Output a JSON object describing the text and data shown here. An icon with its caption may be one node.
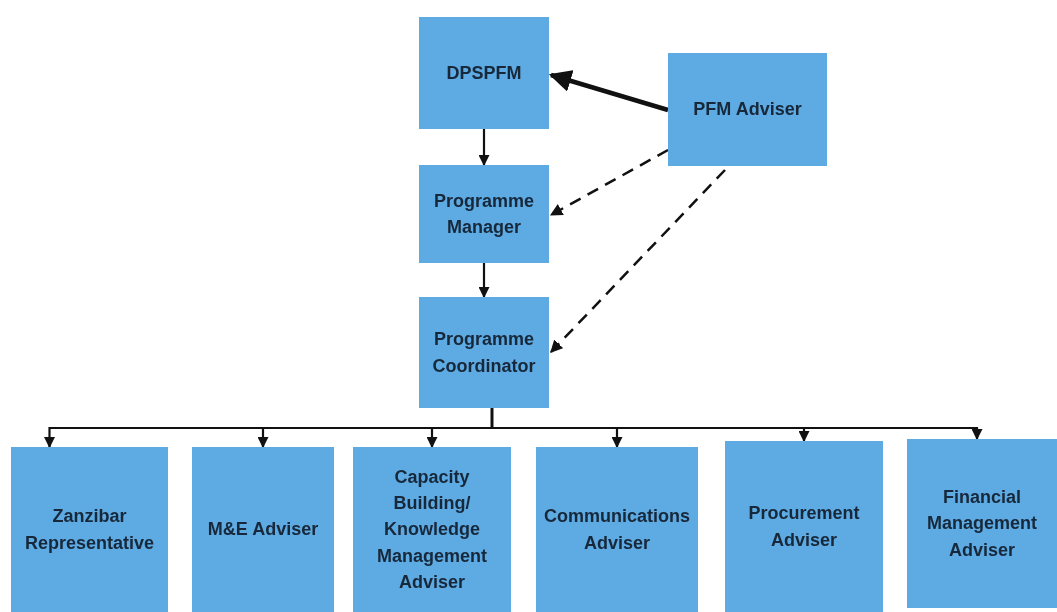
{
  "diagram": {
    "nodes": [
      {
        "text": [
          "DPSPFM"
        ]
      },
      {
        "text": [
          "PFM  Adviser"
        ]
      },
      {
        "text": [
          "Programme Manager"
        ]
      },
      {
        "text": [
          "Programme Coordinator"
        ]
      },
      {
        "text": [
          "Zanzibar Representative"
        ]
      },
      {
        "text": [
          "M&E Adviser"
        ]
      },
      {
        "text": [
          "Capacity Building/ Knowledge Management Adviser"
        ]
      },
      {
        "text": [
          "Communications Adviser"
        ]
      },
      {
        "text": [
          "Procurement Adviser"
        ]
      },
      {
        "text": [
          "Financial Management Adviser"
        ]
      }
    ],
    "edges": [
      {
        "from": 1,
        "to": 0,
        "arrow": "to",
        "style": "thick"
      },
      {
        "from": 0,
        "to": 2,
        "arrow": "to"
      },
      {
        "from": 2,
        "to": 3,
        "arrow": "to"
      },
      {
        "from": 1,
        "to": 2,
        "arrow": "to",
        "style": "dashed"
      },
      {
        "from": 1,
        "to": 3,
        "arrow": "to",
        "style": "dashed"
      },
      {
        "from": 3,
        "to": 4,
        "arrow": "to"
      },
      {
        "from": 3,
        "to": 5,
        "arrow": "to"
      },
      {
        "from": 3,
        "to": 6,
        "arrow": "to"
      },
      {
        "from": 3,
        "to": 7,
        "arrow": "to"
      },
      {
        "from": 3,
        "to": 8,
        "arrow": "to"
      },
      {
        "from": 3,
        "to": 9,
        "arrow": "to"
      }
    ]
  }
}
